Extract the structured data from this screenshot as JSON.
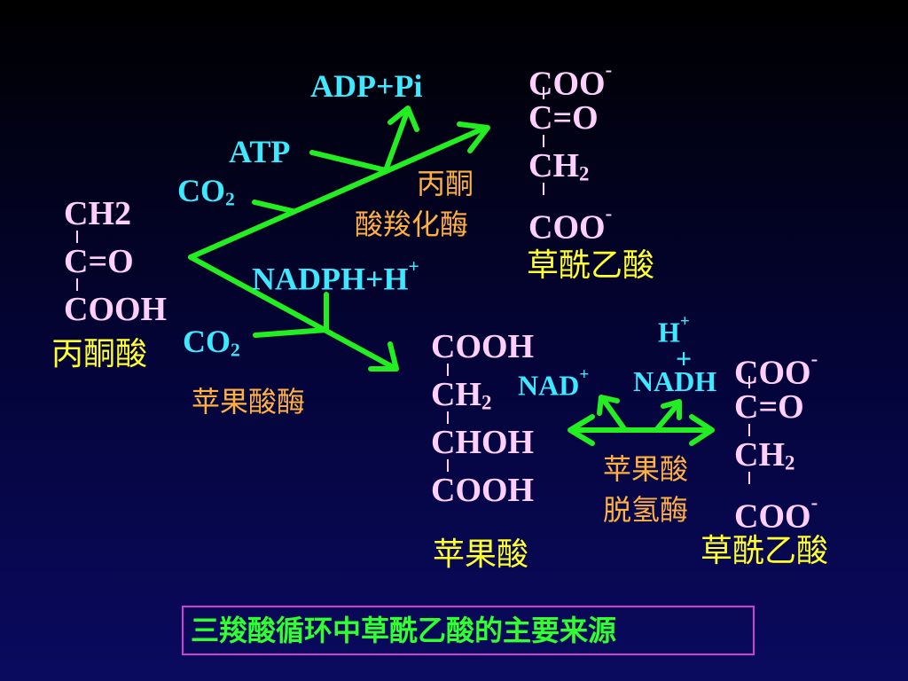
{
  "pyruvate": {
    "line1": "CH2",
    "line2": "C=O",
    "line3": "COOH",
    "name": "丙酮酸"
  },
  "oxaloacetate_top": {
    "line1": "COO",
    "line1_sup": "-",
    "line2": "C=O",
    "line3": "CH",
    "line3_sub": "2",
    "line4": "COO",
    "line4_sup": "-",
    "name": "草酰乙酸"
  },
  "malate": {
    "line1": "COOH",
    "line2": "CH",
    "line2_sub": "2",
    "line3": "CHOH",
    "line4": "COOH",
    "name": "苹果酸"
  },
  "oxaloacetate_bottom": {
    "line1": "COO",
    "line1_sup": "-",
    "line2": "C=O",
    "line3": "CH",
    "line3_sub": "2",
    "line4": "COO",
    "line4_sup": "-",
    "name": "草酰乙酸"
  },
  "labels": {
    "adp_pi": "ADP+Pi",
    "atp": "ATP",
    "co2_top": "CO",
    "co2_top_sub": "2",
    "nadph": "NADPH+H",
    "nadph_sup": "+",
    "co2_bottom": "CO",
    "co2_bottom_sub": "2",
    "h_plus": "H",
    "h_plus_sup": "+",
    "plus": "+",
    "nad_plus": "NAD",
    "nad_plus_sup": "+",
    "nadh": "NADH"
  },
  "enzymes": {
    "pyruvate_carboxylase_line1": "丙酮",
    "pyruvate_carboxylase_line2": "酸羧化酶",
    "malic_enzyme": "苹果酸酶",
    "malate_dehydrogenase_line1": "苹果酸",
    "malate_dehydrogenase_line2": "脱氢酶"
  },
  "caption": "三羧酸循环中草酰乙酸的主要来源",
  "colors": {
    "arrow": "#22ee22",
    "molecule": "#ffd0ff",
    "cofactor": "#3ee8ff",
    "name": "#ffff30",
    "enzyme": "#ffb040",
    "caption_text": "#30ff30",
    "caption_border": "#d040d0"
  }
}
